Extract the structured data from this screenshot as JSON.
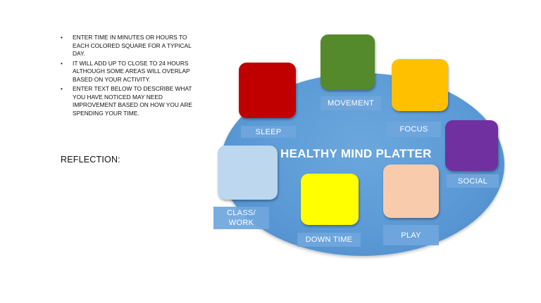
{
  "instructions": [
    "ENTER TIME IN MINUTES OR HOURS TO EACH COLORED SQUARE FOR A TYPICAL DAY.",
    "IT WILL ADD UP TO CLOSE TO 24 HOURS ALTHOUGH SOME AREAS WILL OVERLAP BASED ON YOUR ACTIVITY.",
    "ENTER TEXT BELOW TO DESCRIBE WHAT YOU HAVE NOTICED MAY NEED IMPROVEMENT  BASED ON HOW YOU ARE SPENDING YOUR TIME."
  ],
  "bullet": "•",
  "reflection_label": "REFLECTION:",
  "platter_title": "HEALTHY MIND PLATTER",
  "categories": {
    "sleep": {
      "label": "SLEEP",
      "color": "#c00000"
    },
    "movement": {
      "label": "MOVEMENT",
      "color": "#548a2c"
    },
    "focus": {
      "label": "FOCUS",
      "color": "#ffc000"
    },
    "social": {
      "label": "SOCIAL",
      "color": "#7030a0"
    },
    "class_work": {
      "label": "CLASS/\nWORK",
      "color": "#bdd7ee"
    },
    "down_time": {
      "label": "DOWN TIME",
      "color": "#ffff00"
    },
    "play": {
      "label": "PLAY",
      "color": "#f8cbad"
    }
  }
}
